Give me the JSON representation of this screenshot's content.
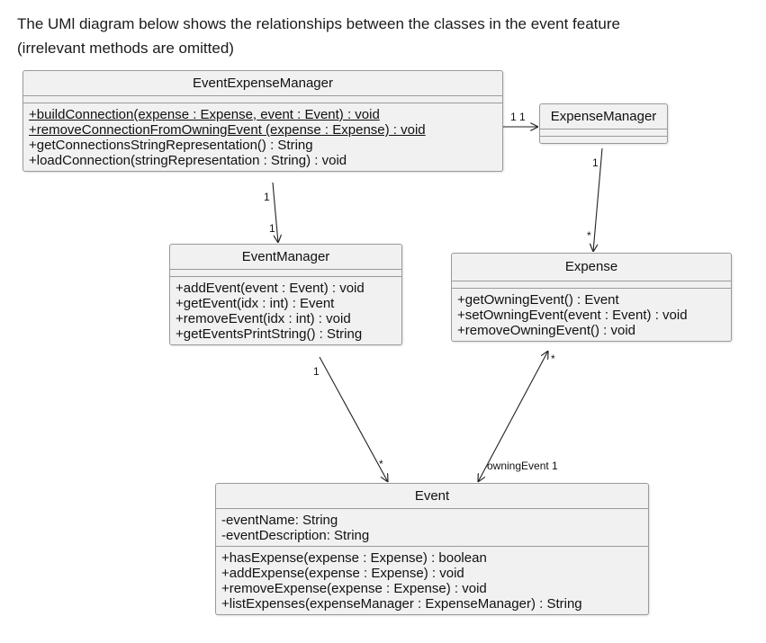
{
  "intro": {
    "line1": "The UMl diagram below shows the relationships between the classes in the event feature",
    "line2": "(irrelevant methods are omitted)"
  },
  "classes": {
    "eem": {
      "name": "EventExpenseManager",
      "methods": [
        "+buildConnection(expense : Expense, event : Event) : void",
        "+removeConnectionFromOwningEvent (expense : Expense) : void",
        "+getConnectionsStringRepresentation() : String",
        "+loadConnection(stringRepresentation : String) : void"
      ]
    },
    "em": {
      "name": "ExpenseManager"
    },
    "evm": {
      "name": "EventManager",
      "methods": [
        "+addEvent(event : Event) : void",
        "+getEvent(idx : int) : Event",
        "+removeEvent(idx : int) : void",
        "+getEventsPrintString() : String"
      ]
    },
    "exp": {
      "name": "Expense",
      "methods": [
        "+getOwningEvent() : Event",
        "+setOwningEvent(event : Event) : void",
        "+removeOwningEvent() : void"
      ]
    },
    "ev": {
      "name": "Event",
      "fields": [
        "-eventName: String",
        "-eventDescription: String"
      ],
      "methods": [
        "+hasExpense(expense : Expense) : boolean",
        "+addExpense(expense : Expense) : void",
        "+removeExpense(expense : Expense) : void",
        "+listExpenses(expenseManager : ExpenseManager) : String"
      ]
    }
  },
  "multiplicities": {
    "eem_em_source": "1",
    "eem_em_target": "1",
    "eem_evm_source": "1",
    "eem_evm_target": "1",
    "em_exp_source": "1",
    "em_exp_target": "*",
    "evm_ev_source": "1",
    "evm_ev_target": "*",
    "exp_ev_expense_end": "*",
    "exp_ev_event_end": "owningEvent 1"
  },
  "colors": {
    "box_fill": "#f1f1f1",
    "box_border": "#9a9a9a",
    "line": "#222222"
  }
}
